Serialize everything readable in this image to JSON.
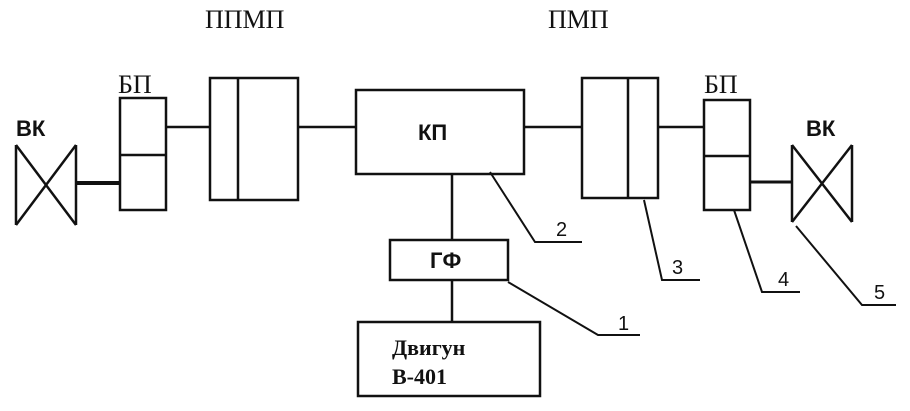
{
  "labels": {
    "pp_mp": "ППМП",
    "pmp": "ПМП",
    "bp_left": "БП",
    "bp_right": "БП",
    "vk_left": "ВК",
    "vk_right": "ВК",
    "kp": "КП",
    "gf": "ГФ",
    "engine_line1": "Двигун",
    "engine_line2": "В-401"
  },
  "callouts": [
    "1",
    "2",
    "3",
    "4",
    "5"
  ]
}
